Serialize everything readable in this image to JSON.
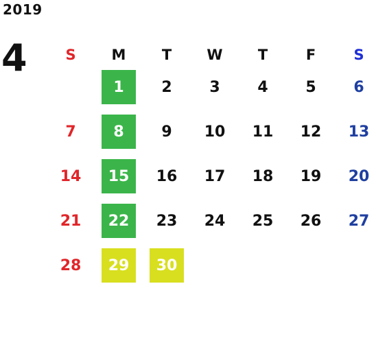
{
  "year": "2019",
  "month": "4",
  "colors": {
    "text": "#111111",
    "sunday": "#e0262a",
    "saturday": "#1f3fa0",
    "saturday_header": "#1f2fd6",
    "holiday_green": "#3bb54a",
    "holiday_yellow": "#d8df1f"
  },
  "weekdays": [
    "S",
    "M",
    "T",
    "W",
    "T",
    "F",
    "S"
  ],
  "weeks": [
    [
      "",
      "1",
      "2",
      "3",
      "4",
      "5",
      "6"
    ],
    [
      "7",
      "8",
      "9",
      "10",
      "11",
      "12",
      "13"
    ],
    [
      "14",
      "15",
      "16",
      "17",
      "18",
      "19",
      "20"
    ],
    [
      "21",
      "22",
      "23",
      "24",
      "25",
      "26",
      "27"
    ],
    [
      "28",
      "29",
      "30",
      "",
      "",
      "",
      ""
    ]
  ],
  "highlights": {
    "1": "green",
    "8": "green",
    "15": "green",
    "22": "green",
    "29": "yellow",
    "30": "yellow"
  }
}
